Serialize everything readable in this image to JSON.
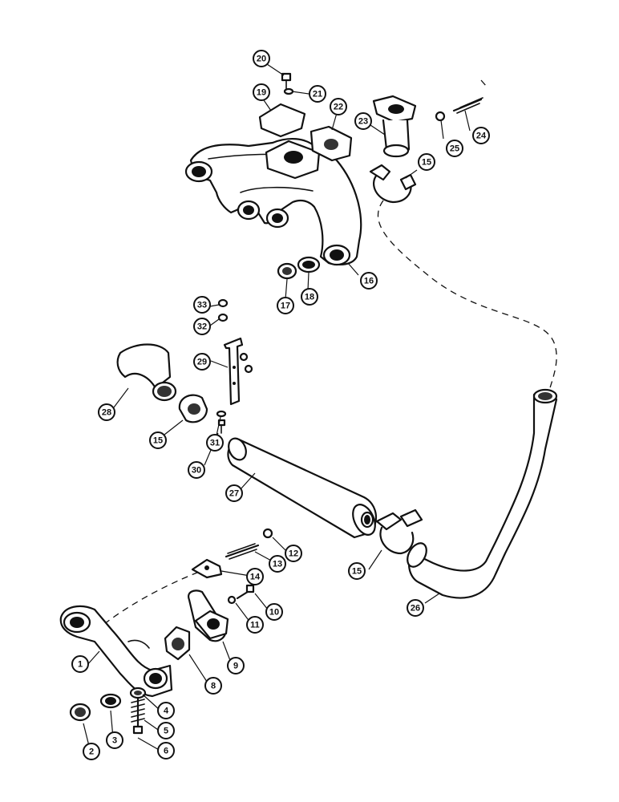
{
  "callouts": [
    {
      "id": "1",
      "label": "1"
    },
    {
      "id": "2",
      "label": "2"
    },
    {
      "id": "3",
      "label": "3"
    },
    {
      "id": "4",
      "label": "4"
    },
    {
      "id": "5",
      "label": "5"
    },
    {
      "id": "6",
      "label": "6"
    },
    {
      "id": "8",
      "label": "8"
    },
    {
      "id": "9",
      "label": "9"
    },
    {
      "id": "10",
      "label": "10"
    },
    {
      "id": "11",
      "label": "11"
    },
    {
      "id": "12",
      "label": "12"
    },
    {
      "id": "13",
      "label": "13"
    },
    {
      "id": "14",
      "label": "14"
    },
    {
      "id": "15a",
      "label": "15"
    },
    {
      "id": "15b",
      "label": "15"
    },
    {
      "id": "15c",
      "label": "15"
    },
    {
      "id": "16",
      "label": "16"
    },
    {
      "id": "17",
      "label": "17"
    },
    {
      "id": "18",
      "label": "18"
    },
    {
      "id": "19",
      "label": "19"
    },
    {
      "id": "20",
      "label": "20"
    },
    {
      "id": "21",
      "label": "21"
    },
    {
      "id": "22",
      "label": "22"
    },
    {
      "id": "23",
      "label": "23"
    },
    {
      "id": "24",
      "label": "24"
    },
    {
      "id": "25",
      "label": "25"
    },
    {
      "id": "26",
      "label": "26"
    },
    {
      "id": "27",
      "label": "27"
    },
    {
      "id": "28",
      "label": "28"
    },
    {
      "id": "29",
      "label": "29"
    },
    {
      "id": "30",
      "label": "30"
    },
    {
      "id": "31",
      "label": "31"
    },
    {
      "id": "32",
      "label": "32"
    },
    {
      "id": "33",
      "label": "33"
    }
  ],
  "colors": {
    "line": "#111111",
    "background": "#ffffff"
  }
}
